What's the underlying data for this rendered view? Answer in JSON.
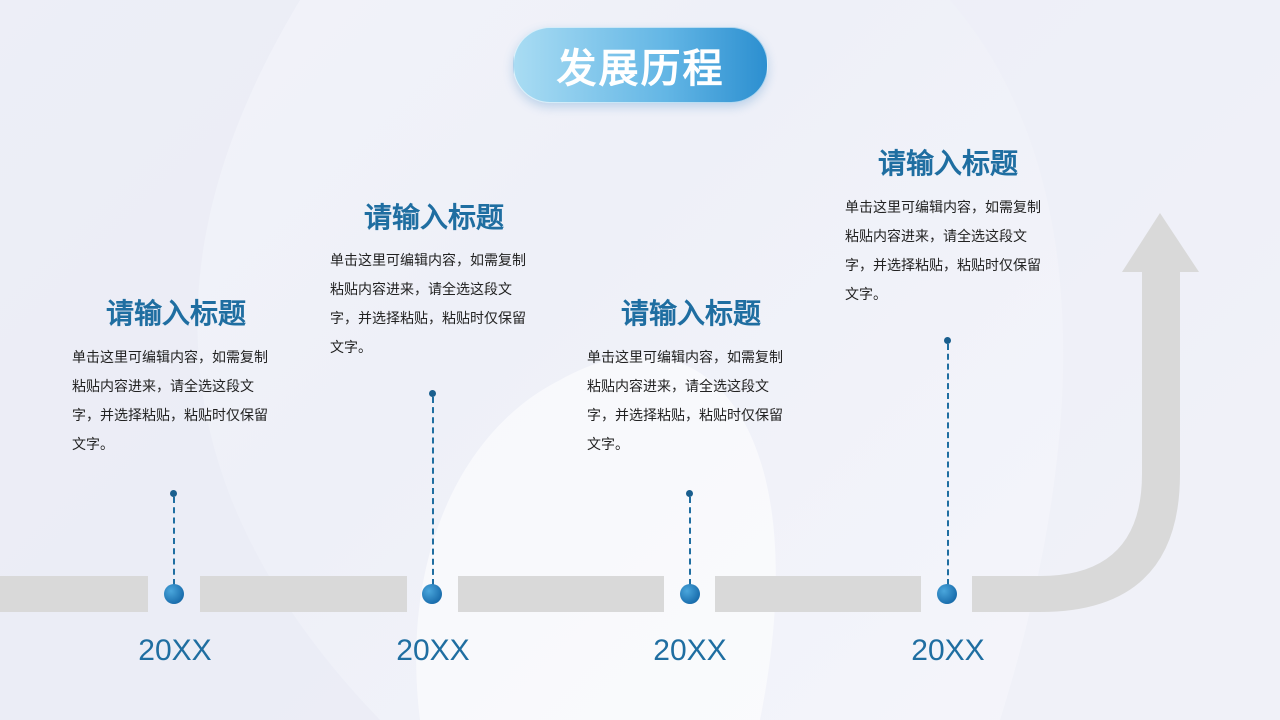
{
  "title": "发展历程",
  "colors": {
    "accent": "#1f6ea1",
    "road": "#d9d9d9",
    "title_pill_start": "#a9dcf3",
    "title_pill_end": "#2c8fd0"
  },
  "milestones": [
    {
      "heading": "请输入标题",
      "body": "单击这里可编辑内容，如需复制粘贴内容进来，请全选这段文字，并选择粘贴，粘贴时仅保留文字。",
      "year": "20XX"
    },
    {
      "heading": "请输入标题",
      "body": "单击这里可编辑内容，如需复制粘贴内容进来，请全选这段文字，并选择粘贴，粘贴时仅保留文字。",
      "year": "20XX"
    },
    {
      "heading": "请输入标题",
      "body": "单击这里可编辑内容，如需复制粘贴内容进来，请全选这段文字，并选择粘贴，粘贴时仅保留文字。",
      "year": "20XX"
    },
    {
      "heading": "请输入标题",
      "body": "单击这里可编辑内容，如需复制粘贴内容进来，请全选这段文字，并选择粘贴，粘贴时仅保留文字。",
      "year": "20XX"
    }
  ]
}
